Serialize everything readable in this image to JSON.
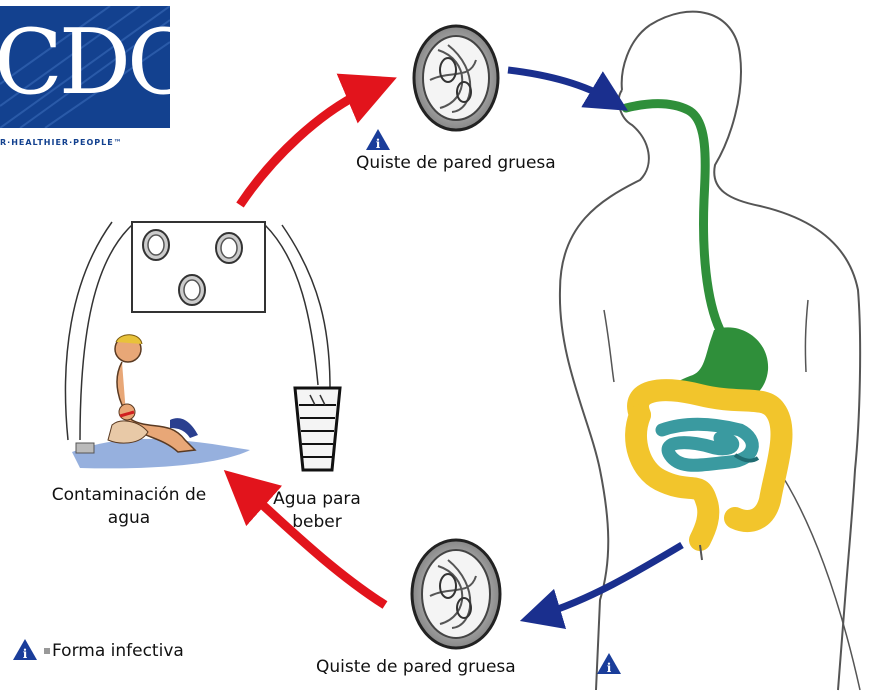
{
  "logo": {
    "text": "CDC",
    "tagline": "R·HEALTHIER·PEOPLE™"
  },
  "labels": {
    "cyst_top": "Quiste de pared gruesa",
    "cyst_bottom": "Quiste de pared gruesa",
    "contamination": [
      "Contaminación de",
      "agua"
    ],
    "drinking_water": [
      "Agua para",
      "beber"
    ],
    "legend": "Forma infectiva"
  },
  "icons": {
    "infective_marker": "info-triangle-icon",
    "info_symbol": "i"
  },
  "colors": {
    "arrow_red": "#e2141c",
    "arrow_blue": "#1a2f8e",
    "esophagus_green": "#2f8f3a",
    "colon_yellow": "#f2c52c",
    "small_intestine_teal": "#3a9aa0",
    "logo_blue": "#13418f"
  }
}
